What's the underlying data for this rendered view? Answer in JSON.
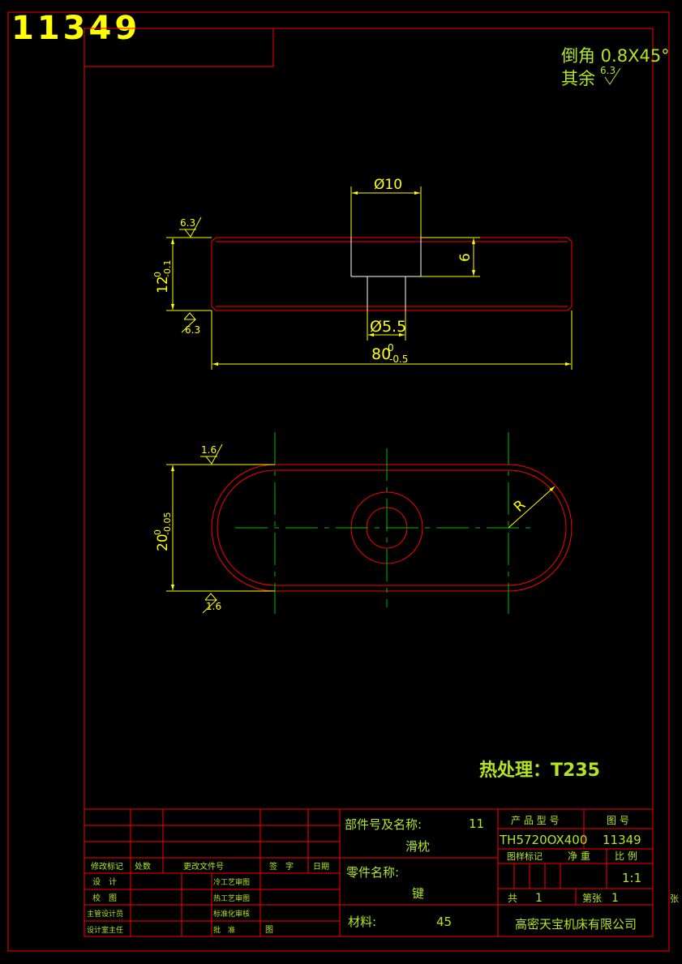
{
  "drawing_number_large": "11349",
  "notes": {
    "chamfer": "倒角 0.8X45°",
    "remaining": "其余",
    "remaining_roughness": "6.3",
    "heat_treatment": "热处理：T235"
  },
  "front_view": {
    "dim_hole_top": "Ø10",
    "dim_hole_bottom": "Ø5.5",
    "dim_depth": "6",
    "dim_height": "12",
    "dim_height_upper": "0",
    "dim_height_lower": "-0.1",
    "dim_length": "80",
    "dim_length_upper": "0",
    "dim_length_lower": "-0.5",
    "roughness_top": "6.3",
    "roughness_bottom": "6.3"
  },
  "top_view": {
    "dim_width": "20",
    "dim_width_upper": "0",
    "dim_width_lower": "-0.05",
    "radius_label": "R",
    "roughness_top": "1.6",
    "roughness_bottom": "1.6"
  },
  "title_block": {
    "change_mark": "修改标记",
    "count": "处数",
    "change_doc": "更改文件号",
    "signature": "签　字",
    "date": "日期",
    "design": "设　计",
    "check": "校　图",
    "supervisor": "主管设计员",
    "dept_head": "设计室主任",
    "process_review": "冷工艺审图",
    "heat_review": "热工艺审图",
    "standard_review": "标准化审核",
    "approve": "批　准",
    "diagram": "图",
    "assembly_label": "部件号及名称:",
    "assembly_no": "11",
    "assembly_name": "滑枕",
    "part_label": "零件名称:",
    "part_name": "键",
    "material_label": "材料:",
    "material": "45",
    "product_model_label": "产 品 型 号",
    "drawing_no_label": "图 号",
    "product_model": "TH5720OX400",
    "drawing_no": "11349",
    "sample_mark": "图样标记",
    "net_weight": "净 重",
    "scale_label": "比 例",
    "scale": "1:1",
    "total_label": "共",
    "total": "1",
    "sheet_label": "第张",
    "sheet": "1",
    "sheet_suffix": "张",
    "company": "高密天宝机床有限公司"
  }
}
